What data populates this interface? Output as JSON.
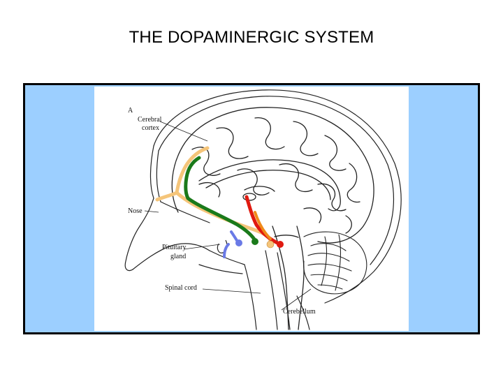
{
  "title": "THE DOPAMINERGIC SYSTEM",
  "figure": {
    "panel_letter": "A",
    "labels": {
      "cerebral_line1": "Cerebral",
      "cerebral_line2": "cortex",
      "nose": "Nose",
      "pituitary_line1": "Pituitary",
      "pituitary_line2": "gland",
      "spinal_cord": "Spinal cord",
      "cerebellum": "Cerebellum"
    },
    "colors": {
      "frame_background": "#9ccfff",
      "pathway_light_orange": "#f5c57a",
      "pathway_green": "#1a7a1a",
      "pathway_red": "#e01a10",
      "pathway_orange": "#f08a1a",
      "pathway_blue": "#6a7ae6"
    }
  }
}
